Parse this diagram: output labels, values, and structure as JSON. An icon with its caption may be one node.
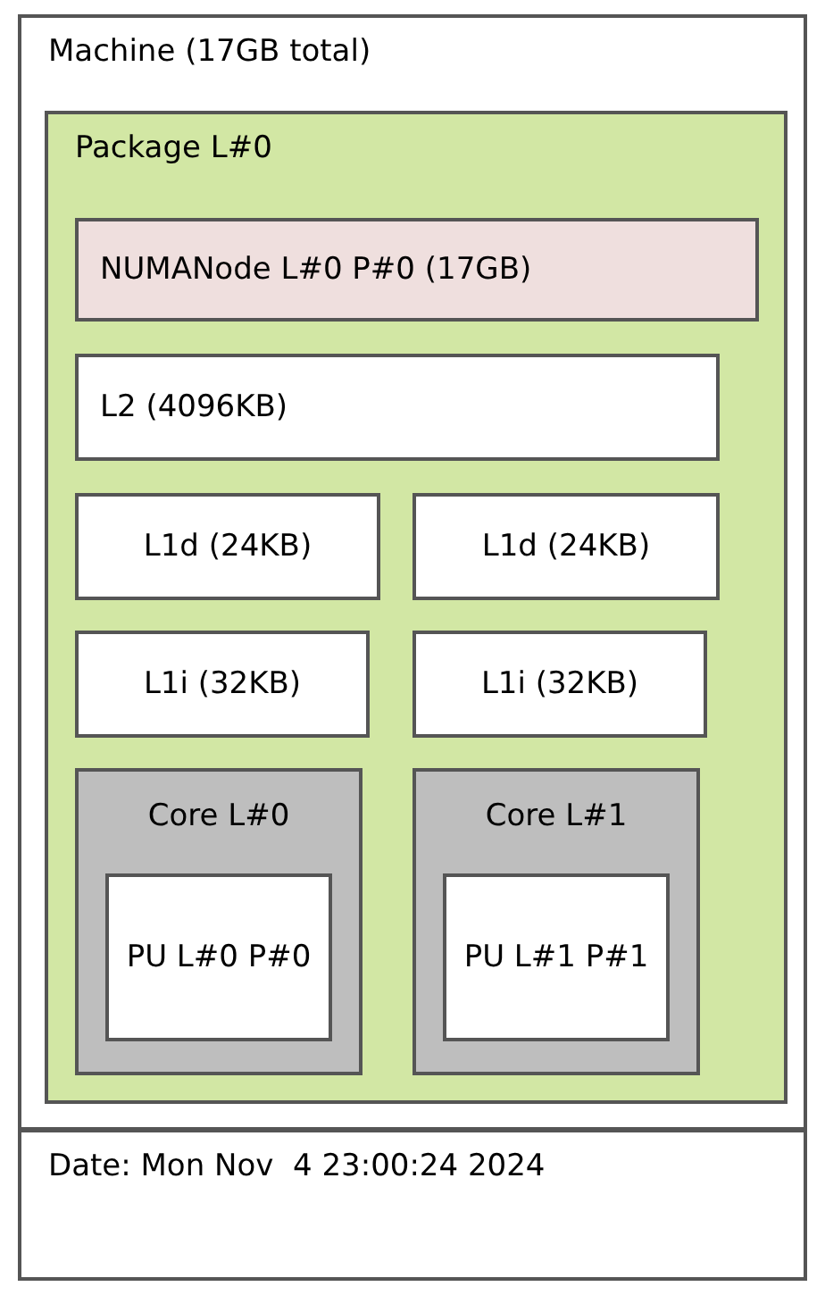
{
  "diagram": {
    "nodes": [
      {
        "text": [
          "Machine (17GB total)"
        ]
      },
      {
        "text": [
          "Package L#0"
        ],
        "in": 0
      },
      {
        "text": [
          "NUMANode L#0 P#0 (17GB)"
        ],
        "in": 1
      },
      {
        "text": [
          "L2 (4096KB)"
        ],
        "in": 1
      },
      {
        "text": [
          "L1d (24KB)"
        ],
        "in": 1
      },
      {
        "text": [
          "L1d (24KB)"
        ],
        "in": 1
      },
      {
        "text": [
          "L1i (32KB)"
        ],
        "in": 1
      },
      {
        "text": [
          "L1i (32KB)"
        ],
        "in": 1
      },
      {
        "text": [
          "Core L#0"
        ],
        "in": 1
      },
      {
        "text": [
          "PU L#0 P#0"
        ],
        "in": 8
      },
      {
        "text": [
          "Core L#1"
        ],
        "in": 1
      },
      {
        "text": [
          "PU L#1 P#1"
        ],
        "in": 10
      },
      {
        "text": [
          "Date: Mon Nov  4 23:00:24 2024"
        ]
      }
    ],
    "edges": []
  }
}
